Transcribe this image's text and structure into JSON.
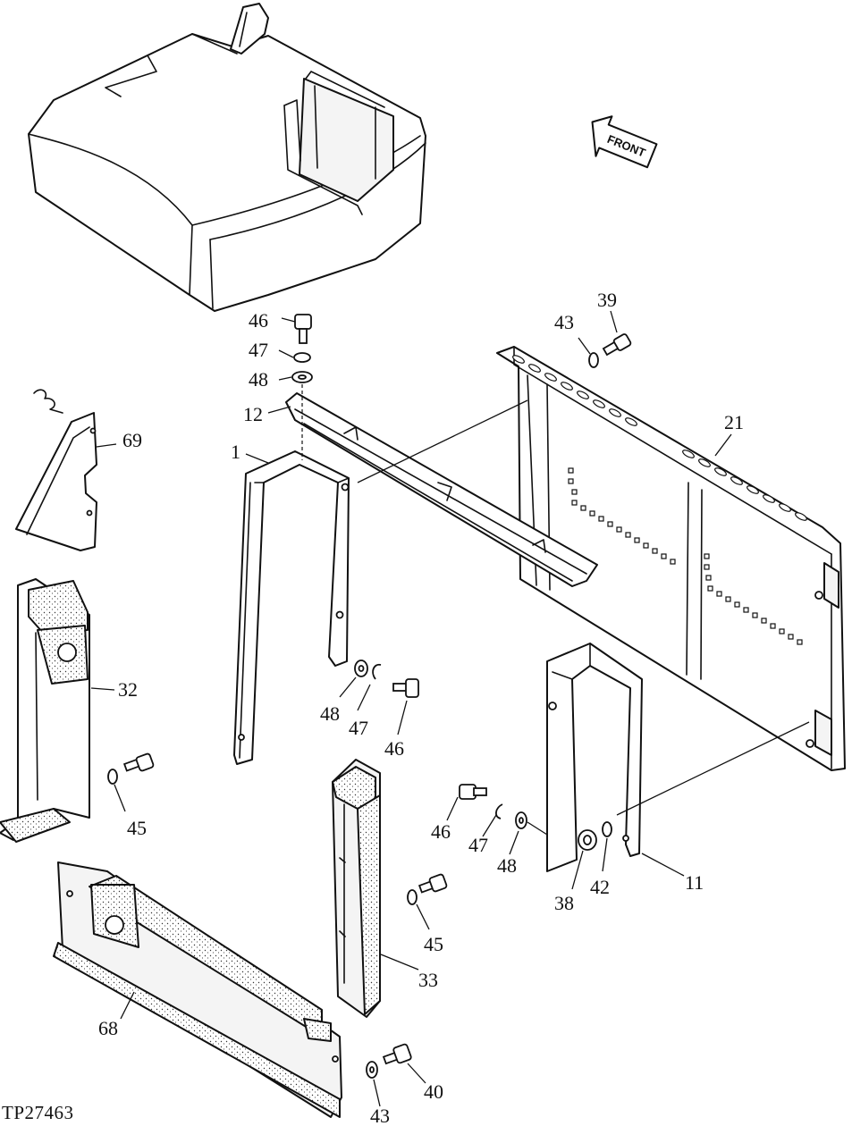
{
  "figure_code": "TP27463",
  "direction_arrow": {
    "text": "FRONT",
    "icon": "front-arrow-icon"
  },
  "callouts": [
    {
      "id": "c46a",
      "text": "46"
    },
    {
      "id": "c47a",
      "text": "47"
    },
    {
      "id": "c48a",
      "text": "48"
    },
    {
      "id": "c12",
      "text": "12"
    },
    {
      "id": "c1",
      "text": "1"
    },
    {
      "id": "c43a",
      "text": "43"
    },
    {
      "id": "c39",
      "text": "39"
    },
    {
      "id": "c21",
      "text": "21"
    },
    {
      "id": "c69",
      "text": "69"
    },
    {
      "id": "c32",
      "text": "32"
    },
    {
      "id": "c48b",
      "text": "48"
    },
    {
      "id": "c47b",
      "text": "47"
    },
    {
      "id": "c46b",
      "text": "46"
    },
    {
      "id": "c45a",
      "text": "45"
    },
    {
      "id": "c46c",
      "text": "46"
    },
    {
      "id": "c47c",
      "text": "47"
    },
    {
      "id": "c48c",
      "text": "48"
    },
    {
      "id": "c38",
      "text": "38"
    },
    {
      "id": "c42",
      "text": "42"
    },
    {
      "id": "c11",
      "text": "11"
    },
    {
      "id": "c45b",
      "text": "45"
    },
    {
      "id": "c33",
      "text": "33"
    },
    {
      "id": "c68",
      "text": "68"
    },
    {
      "id": "c40",
      "text": "40"
    },
    {
      "id": "c43b",
      "text": "43"
    }
  ]
}
